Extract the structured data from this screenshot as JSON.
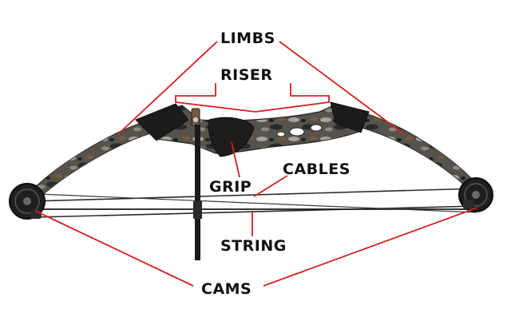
{
  "labels": {
    "limbs": "LIMBS",
    "riser": "RISER",
    "grip": "GRIP",
    "cables": "CABLES",
    "string": "STRING",
    "cams": "CAMS"
  },
  "colors": {
    "leader": "#d42020",
    "text": "#111111",
    "camo_dark": "#2a2a28",
    "camo_mid": "#6b6960",
    "camo_light": "#a8a49a",
    "camo_brown": "#7a5a3a",
    "string": "#222222",
    "background": "#ffffff"
  }
}
